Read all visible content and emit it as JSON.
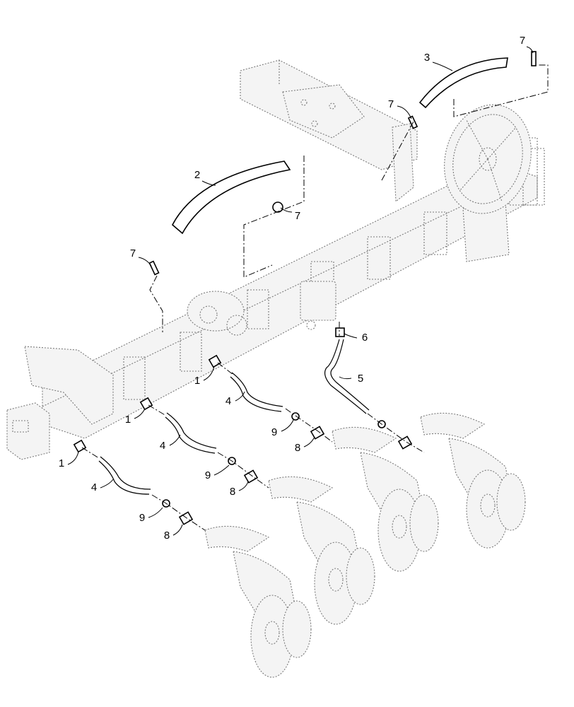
{
  "diagram": {
    "callouts": [
      {
        "id": "c3",
        "label": "3"
      },
      {
        "id": "c7a",
        "label": "7"
      },
      {
        "id": "c7b",
        "label": "7"
      },
      {
        "id": "c2",
        "label": "2"
      },
      {
        "id": "c7c",
        "label": "7"
      },
      {
        "id": "c7d",
        "label": "7"
      },
      {
        "id": "c6",
        "label": "6"
      },
      {
        "id": "c5",
        "label": "5"
      },
      {
        "id": "c1a",
        "label": "1"
      },
      {
        "id": "c4a",
        "label": "4"
      },
      {
        "id": "c1b",
        "label": "1"
      },
      {
        "id": "c4b",
        "label": "4"
      },
      {
        "id": "c9a",
        "label": "9"
      },
      {
        "id": "c8a",
        "label": "8"
      },
      {
        "id": "c1c",
        "label": "1"
      },
      {
        "id": "c9b",
        "label": "9"
      },
      {
        "id": "c8b",
        "label": "8"
      },
      {
        "id": "c4c",
        "label": "4"
      },
      {
        "id": "c9c",
        "label": "9"
      },
      {
        "id": "c8c",
        "label": "8"
      }
    ]
  }
}
